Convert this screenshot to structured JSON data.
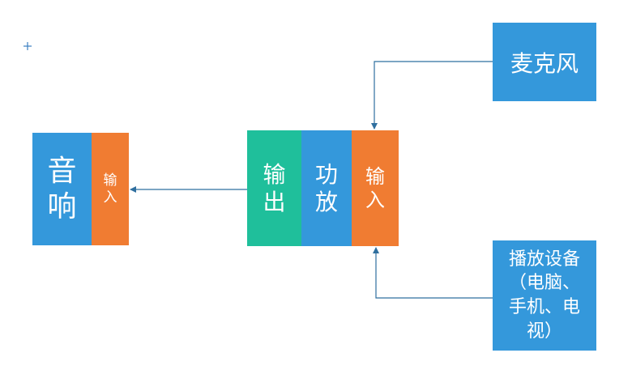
{
  "speaker": {
    "name": "音响",
    "input": "输入"
  },
  "amplifier": {
    "output": "输出",
    "name": "功放",
    "input": "输入"
  },
  "microphone": {
    "name": "麦克风"
  },
  "player": {
    "name": "播放设备（电脑、手机、电视）"
  },
  "colors": {
    "blue": "#3498db",
    "orange": "#f07c32",
    "teal": "#1fbf9b",
    "connector": "#2f6f9f"
  },
  "icons": {
    "cursor": "crosshair-cursor-icon"
  }
}
